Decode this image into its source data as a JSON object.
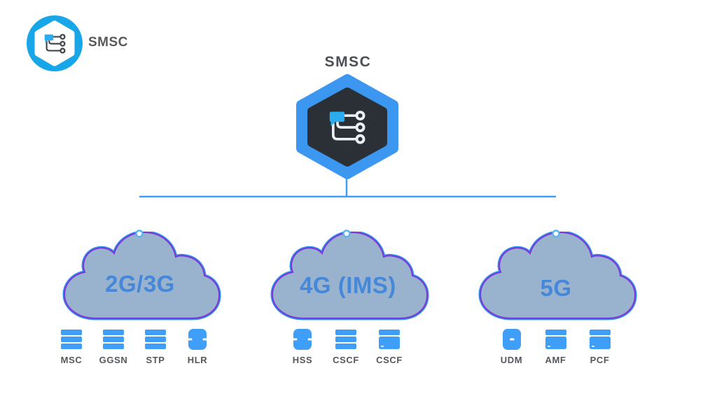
{
  "logo": {
    "label": "SMSC",
    "icon": "message-routing-icon"
  },
  "smsc_node": {
    "title": "SMSC",
    "icon": "message-routing-icon"
  },
  "networks": [
    {
      "label": "2G/3G",
      "nodes": [
        {
          "label": "MSC",
          "icon": "server-icon"
        },
        {
          "label": "GGSN",
          "icon": "server-icon"
        },
        {
          "label": "STP",
          "icon": "server-icon"
        },
        {
          "label": "HLR",
          "icon": "database-icon"
        }
      ]
    },
    {
      "label": "4G (IMS)",
      "nodes": [
        {
          "label": "HSS",
          "icon": "database-icon"
        },
        {
          "label": "CSCF",
          "icon": "server-icon"
        },
        {
          "label": "CSCF",
          "icon": "server-block-icon"
        }
      ]
    },
    {
      "label": "5G",
      "nodes": [
        {
          "label": "UDM",
          "icon": "database-icon"
        },
        {
          "label": "AMF",
          "icon": "server-block-icon"
        },
        {
          "label": "PCF",
          "icon": "server-block-icon"
        }
      ]
    }
  ],
  "colors": {
    "accent_blue": "#3B97F0",
    "line_blue": "#3F9FF8",
    "purple": "#7B3BD9",
    "logo_blue": "#17A7E8",
    "icon_blue": "#3F9EF8",
    "bubble_blue": "#2BACEE",
    "cloud_fill": "#99B3CF",
    "cloud_label_blue": "#4587D9",
    "hex_inner_dark": "#2B2F36",
    "text_gray": "#54575B"
  }
}
